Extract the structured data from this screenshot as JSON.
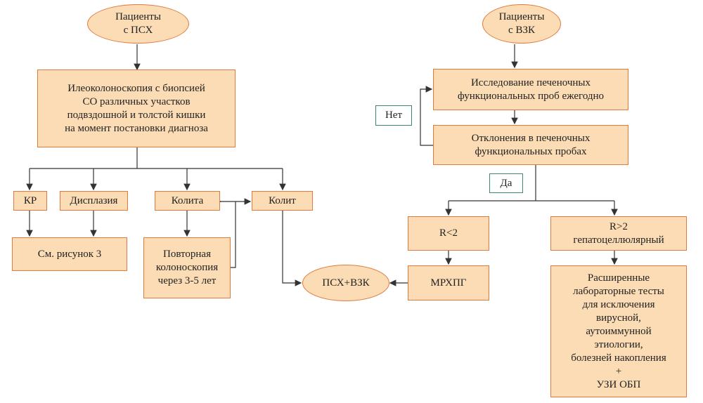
{
  "left": {
    "start": "Пациенты\nс ПСХ",
    "ileo": "Илеоколоноскопия с биопсией\nСО различных участков\nподвздошной и толстой кишки\nна момент постановки диагноза",
    "kr": "КР",
    "dysplasia": "Дисплазия",
    "colitis_neg": "Колита",
    "colitis": "Колит",
    "see_fig": "См. рисунок 3",
    "repeat": "Повторная\nколоноскопия\nчерез 3-5 лет",
    "psc_ibd": "ПСХ+ВЗК"
  },
  "right": {
    "start": "Пациенты\nс ВЗК",
    "annual": "Исследование печеночных\nфункциональных проб ежегодно",
    "deviation": "Отклонения в печеночных\nфункциональных пробах",
    "no": "Нет",
    "yes": "Да",
    "r_low": "R<2",
    "r_high": "R>2\nгепатоцеллюлярный",
    "mrcp": "МРХПГ",
    "extended": "Расширенные\nлабораторные тесты\nдля исключения\nвирусной,\nаутоиммунной\nэтиологии,\nболезней накопления\n+\nУЗИ ОБП"
  },
  "colors": {
    "fill": "#fbdcb4",
    "border": "#e07a3e",
    "arrow": "#333333",
    "tag_border": "#3a8a72"
  }
}
